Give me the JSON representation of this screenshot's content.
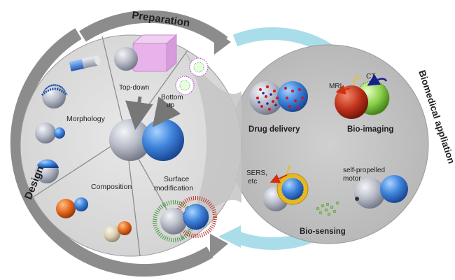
{
  "labels": {
    "preparation": "Preparation",
    "design": "Design",
    "biomedical": "Biomedical appliation",
    "morphology": "Morphology",
    "composition": "Composition",
    "surface_modification_1": "Surface",
    "surface_modification_2": "modification",
    "top_down": "Top-down",
    "bottom_up_1": "Bottom",
    "bottom_up_2": "up",
    "drug_delivery": "Drug delivery",
    "bio_imaging": "Bio-imaging",
    "mri": "MRI",
    "ct": "CT",
    "sers_1": "SERS,",
    "sers_2": "etc",
    "self_propelled_1": "self-propelled",
    "self_propelled_2": "motor",
    "bio_sensing": "Bio-sensing"
  },
  "colors": {
    "left_disk": "#d9d9d9",
    "right_disk": "#bdbdbd",
    "gray_arrow": "#8c8c8c",
    "cyan_arrow": "#a9dde9",
    "silver": "#b8bcc8",
    "blue": "#2f6fd0",
    "orange": "#e2651e",
    "red": "#c8321a",
    "green": "#7ac943",
    "pink": "#e7b3ea"
  }
}
